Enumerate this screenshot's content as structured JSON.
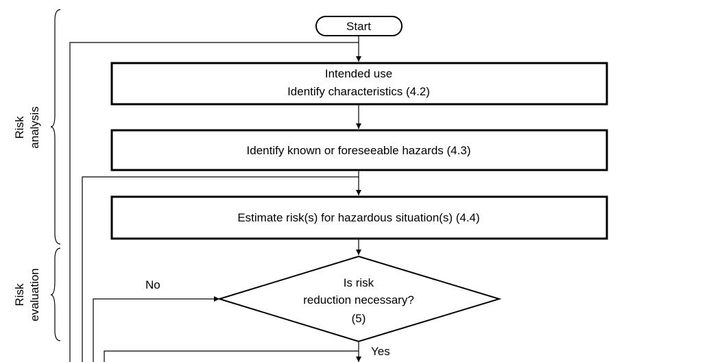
{
  "flowchart": {
    "start": "Start",
    "step1": {
      "line1": "Intended use",
      "line2": "Identify characteristics (4.2)"
    },
    "step2": "Identify known or foreseeable hazards (4.3)",
    "step3": "Estimate risk(s) for hazardous situation(s) (4.4)",
    "decision": {
      "line1": "Is risk",
      "line2": "reduction necessary?",
      "line3": "(5)"
    },
    "no_label": "No",
    "yes_label": "Yes"
  },
  "phases": {
    "analysis": {
      "line1": "Risk",
      "line2": "analysis"
    },
    "evaluation": {
      "line1": "Risk",
      "line2": "evaluation"
    }
  }
}
